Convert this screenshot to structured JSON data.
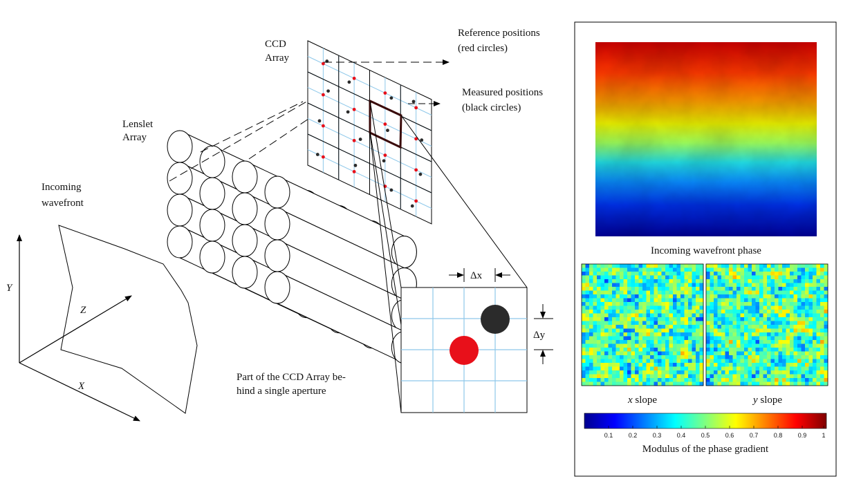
{
  "labels": {
    "ccd_line1": "CCD",
    "ccd_line2": "Array",
    "lenslet_line1": "Lenslet",
    "lenslet_line2": "Array",
    "incoming_line1": "Incoming",
    "incoming_line2": "wavefront",
    "ref_line1": "Reference positions",
    "ref_line2": "(red circles)",
    "meas_line1": "Measured positions",
    "meas_line2": "(black circles)",
    "part_line1": "Part of the CCD Array be-",
    "part_line2": "hind a single aperture",
    "axis_y": "Y",
    "axis_z": "Z",
    "axis_x": "X",
    "dx": "Δx",
    "dy": "Δy"
  },
  "panel": {
    "phase_caption": "Incoming wavefront phase",
    "x_slope_var": "x",
    "x_slope_word": " slope",
    "y_slope_var": "y",
    "y_slope_word": " slope",
    "colorbar_caption": "Modulus of the phase gradient",
    "colorbar_ticks": [
      "0.1",
      "0.2",
      "0.3",
      "0.4",
      "0.5",
      "0.6",
      "0.7",
      "0.8",
      "0.9",
      "1"
    ]
  },
  "colors": {
    "reference_spot": "#e8101a",
    "measured_spot": "#2b2b2b",
    "grid_line": "#8ec8ea",
    "highlight": "#3a0a0a"
  }
}
